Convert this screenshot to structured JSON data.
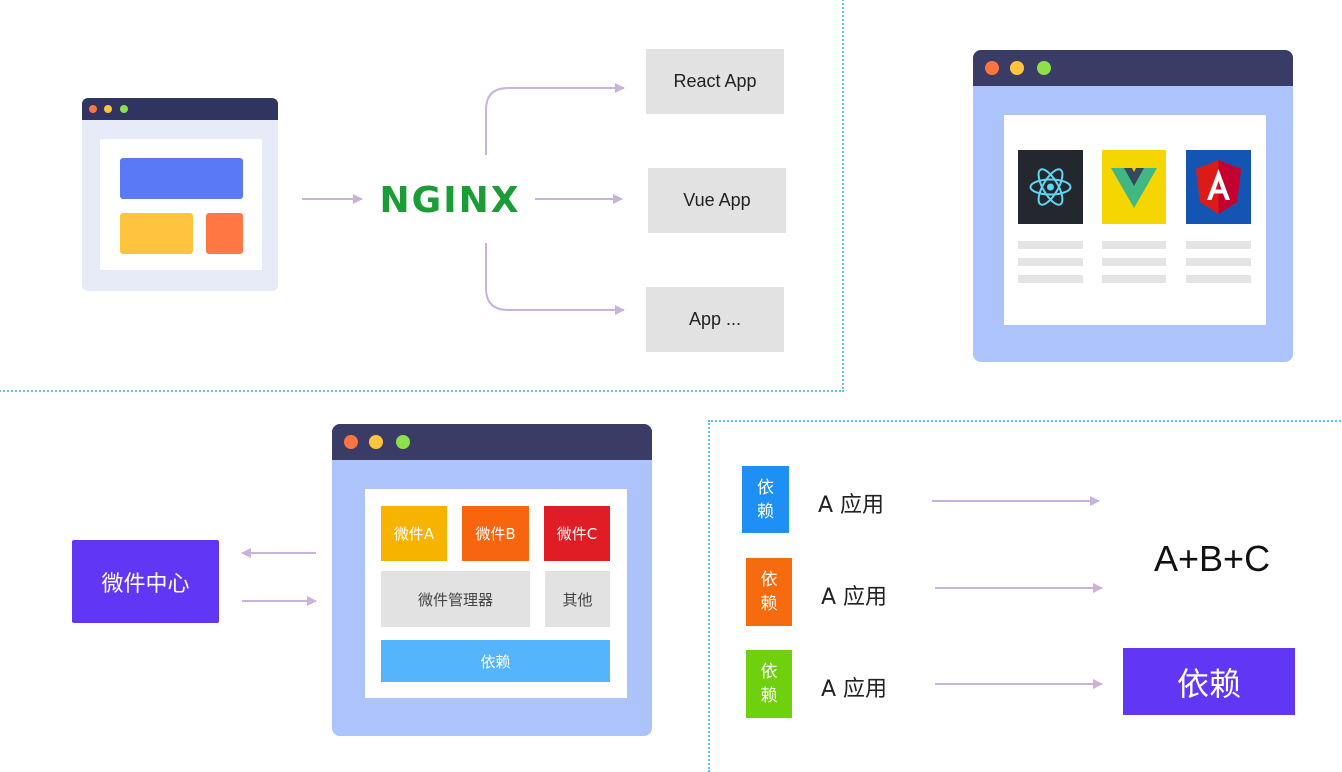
{
  "top_left": {
    "nginx_logo": "NGINX",
    "targets": [
      "React App",
      "Vue App",
      "App ..."
    ]
  },
  "framework_window": {
    "logos": [
      "react-logo",
      "vue-logo",
      "angular-logo"
    ]
  },
  "micro_window": {
    "widgets": [
      "微件A",
      "微件B",
      "微件C"
    ],
    "manager": "微件管理器",
    "other": "其他",
    "dependency": "依赖",
    "center_label": "微件中心"
  },
  "dependency_panel": {
    "rows": [
      {
        "tag": [
          "依",
          "赖"
        ],
        "app": "A 应用",
        "color": "#1e90f5"
      },
      {
        "tag": [
          "依",
          "赖"
        ],
        "app": "A 应用",
        "color": "#f76b0f"
      },
      {
        "tag": [
          "依",
          "赖"
        ],
        "app": "A 应用",
        "color": "#6fd10d"
      }
    ],
    "result_text": "A+B+C",
    "result_button": "依赖"
  },
  "colors": {
    "arrow": "#c9b3dc",
    "purple": "#6236f5",
    "window_body": "#adc3fb",
    "dotted_border": "#5ec3ec"
  }
}
